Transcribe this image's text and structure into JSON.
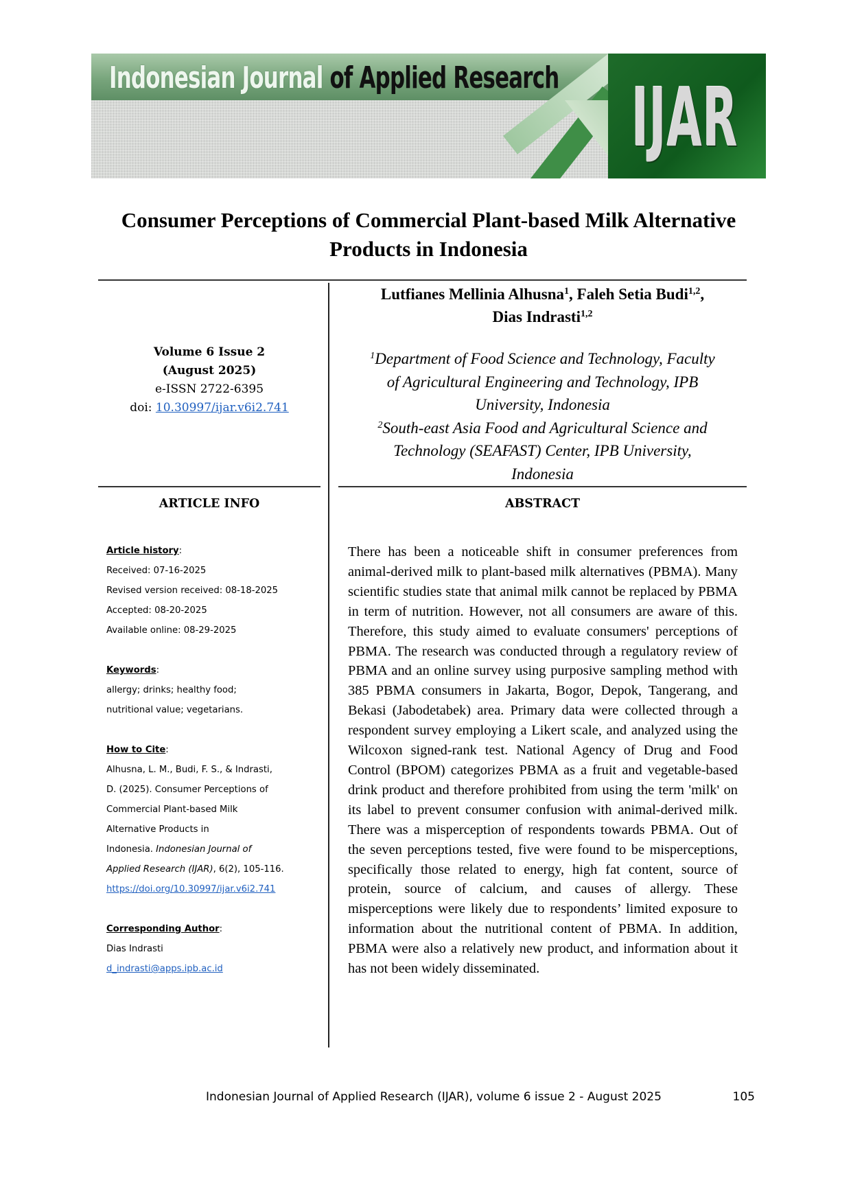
{
  "banner": {
    "title_light": "Indonesian Journal",
    "title_dark": "of Applied Research",
    "logo": "IJAR",
    "colors": {
      "green_dark": "#0f5a1d",
      "green_light": "#78a57c",
      "grid": "#d7d9d6"
    }
  },
  "article": {
    "title": "Consumer Perceptions of Commercial Plant-based Milk Alternative Products in Indonesia",
    "title_line1": "Consumer Perceptions of Commercial Plant-based Milk Alternative",
    "title_line2": "Products in Indonesia",
    "authors": [
      {
        "name": "Lutfianes Mellinia Alhusna",
        "sup": "1"
      },
      {
        "name": "Faleh Setia Budi",
        "sup": "1,2"
      },
      {
        "name": "Dias Indrasti",
        "sup": "1,2"
      }
    ],
    "affiliations": [
      {
        "sup": "1",
        "line1": "Department of Food Science and Technology, Faculty",
        "line2": "of Agricultural Engineering and Technology, IPB",
        "line3": "University, Indonesia"
      },
      {
        "sup": "2",
        "line1": "South-east Asia Food and Agricultural Science and",
        "line2": "Technology (SEAFAST) Center, IPB University,",
        "line3": "Indonesia"
      }
    ]
  },
  "volume": {
    "volume_issue": "Volume 6 Issue 2",
    "date": "(August 2025)",
    "eissn": "e-ISSN 2722-6395",
    "doi_label": "doi: ",
    "doi": "10.30997/ijar.v6i2.741"
  },
  "article_info": {
    "heading": "ARTICLE INFO",
    "history_label": "Article history",
    "received": "Received: 07-16-2025",
    "revised": "Revised version received: 08-18-2025",
    "accepted": "Accepted: 08-20-2025",
    "available": "Available online: 08-29-2025",
    "keywords_label": "Keywords",
    "keywords_line1": "allergy; drinks; healthy food;",
    "keywords_line2": "nutritional value; vegetarians.",
    "cite_label": "How to Cite",
    "cite_line1": "Alhusna, L. M., Budi, F. S., & Indrasti,",
    "cite_line2": "D. (2025). Consumer Perceptions of",
    "cite_line3": "Commercial Plant-based Milk",
    "cite_line4": "Alternative Products in",
    "cite_line5a": "Indonesia. ",
    "cite_line5b": "Indonesian Journal of",
    "cite_line6a": "Applied Research (IJAR)",
    "cite_line6b": ", 6(2), 105-116.",
    "cite_url": "https://doi.org/10.30997/ijar.v6i2.741",
    "corr_label": "Corresponding Author",
    "corr_name": "Dias Indrasti",
    "corr_email": "d_indrasti@apps.ipb.ac.id",
    "colon": ":"
  },
  "abstract": {
    "heading": "ABSTRACT",
    "text": "There has been a noticeable shift in consumer preferences from animal-derived milk to plant-based milk alternatives (PBMA). Many scientific studies state that animal milk cannot be replaced by PBMA in term of nutrition. However, not all consumers are aware of this. Therefore, this study aimed to evaluate consumers' perceptions of PBMA. The research was conducted through a regulatory review of PBMA and an online survey using purposive sampling method with 385 PBMA consumers in Jakarta, Bogor, Depok, Tangerang, and Bekasi (Jabodetabek) area. Primary data were collected through a respondent survey employing a Likert scale, and analyzed using the Wilcoxon signed-rank test. National Agency of Drug and Food Control (BPOM) categorizes PBMA as a fruit and vegetable-based drink product and therefore prohibited from using the term 'milk' on its label to prevent consumer confusion with animal-derived milk. There was a misperception of respondents towards PBMA. Out of the seven perceptions tested, five were found to be misperceptions, specifically those related to energy, high fat content, source of protein, source of calcium, and causes of allergy. These misperceptions were likely due to respondents’ limited exposure to information about the nutritional content of PBMA. In addition, PBMA were also a relatively new product, and information about it has not been widely disseminated."
  },
  "footer": {
    "journal_line": "Indonesian Journal of Applied Research (IJAR), volume 6 issue 2 - August 2025",
    "page_number": "105"
  }
}
